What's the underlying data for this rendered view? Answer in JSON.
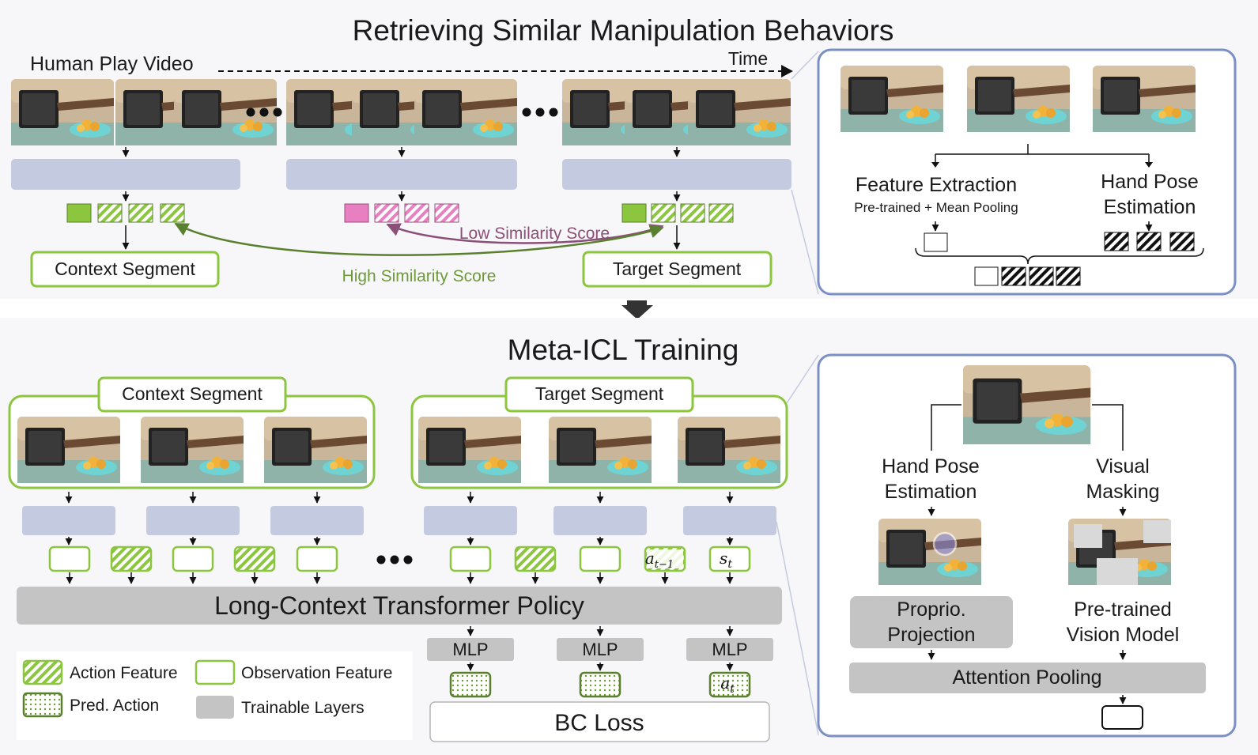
{
  "top": {
    "title": "Retrieving Similar Manipulation Behaviors",
    "video_label": "Human Play Video",
    "time_label": "Time",
    "context_segment": "Context Segment",
    "target_segment": "Target Segment",
    "low_similarity": "Low Similarity Score",
    "high_similarity": "High Similarity Score",
    "feature_extraction": "Feature Extraction",
    "feature_extraction_sub": "Pre-trained + Mean Pooling",
    "hand_pose_line1": "Hand Pose",
    "hand_pose_line2": "Estimation"
  },
  "bottom": {
    "title": "Meta-ICL Training",
    "context_segment": "Context Segment",
    "target_segment": "Target Segment",
    "policy": "Long-Context Transformer Policy",
    "mlp": "MLP",
    "bc_loss": "BC Loss",
    "token_a_prev": "a",
    "token_a_prev_sub": "t−1",
    "token_s": "s",
    "token_s_sub": "t",
    "token_a": "a",
    "token_a_sub": "t"
  },
  "legend": {
    "action_feature": "Action Feature",
    "observation_feature": "Observation Feature",
    "pred_action": "Pred. Action",
    "trainable_layers": "Trainable Layers"
  },
  "right_bottom": {
    "hand_pose_line1": "Hand Pose",
    "hand_pose_line2": "Estimation",
    "visual_masking_line1": "Visual",
    "visual_masking_line2": "Masking",
    "proprio_line1": "Proprio.",
    "proprio_line2": "Projection",
    "pretrained_line1": "Pre-trained",
    "pretrained_line2": "Vision Model",
    "attention_pooling": "Attention Pooling"
  },
  "colors": {
    "green": "#8cc63f",
    "green_dark": "#5a7f2e",
    "pink": "#e77fc0",
    "encoder_blue": "#c4cbe0",
    "panel_border": "#7b8fc4",
    "gray_layer": "#c4c4c4",
    "low_sim": "#8b4f78",
    "high_sim": "#6f9a3a"
  }
}
